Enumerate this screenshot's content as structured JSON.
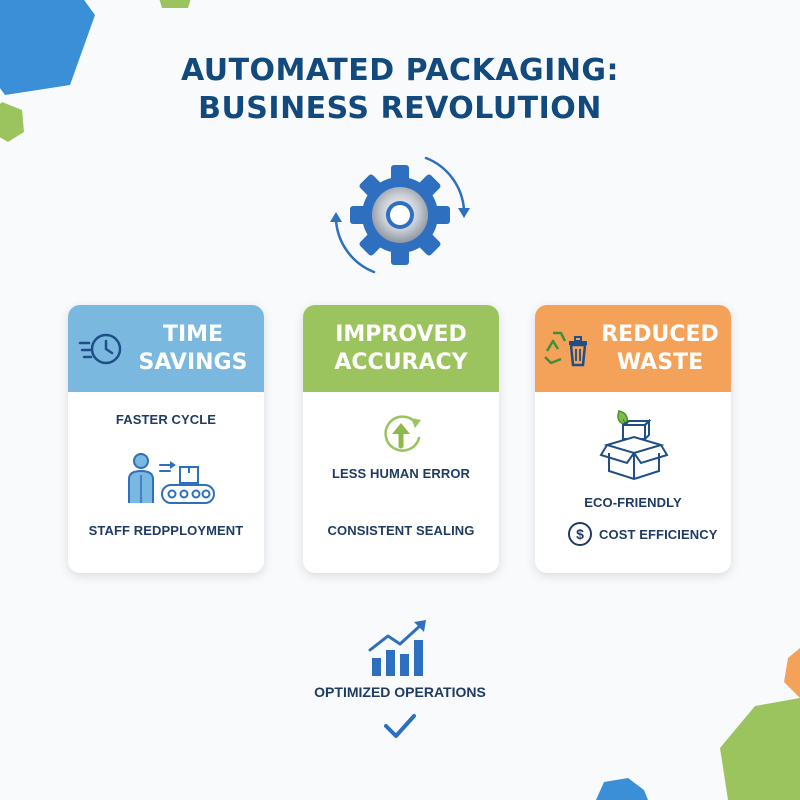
{
  "title": {
    "line1": "AUTOMATED PACKAGING:",
    "line2": "BUSINESS REVOLUTION"
  },
  "colors": {
    "title": "#124a7e",
    "blue_header": "#7ab8e0",
    "green_header": "#9cc45e",
    "orange_header": "#f4a259",
    "icon_blue": "#2f7ac0",
    "deco_blue": "#3a8fd6",
    "deco_green": "#9cc45e",
    "deco_orange": "#f4a259"
  },
  "cards": [
    {
      "title_line1": "TIME",
      "title_line2": "SAVINGS",
      "icon": "clock-icon",
      "items": [
        "FASTER CYCLE",
        "STAFF REDPPLOYMENT"
      ],
      "item_icons": [
        "worker-conveyor-icon"
      ]
    },
    {
      "title_line1": "IMPROVED",
      "title_line2": "ACCURACY",
      "icon": "",
      "items": [
        "LESS HUMAN ERROR",
        "CONSISTENT SEALING"
      ],
      "item_icons": [
        "accuracy-cycle-icon"
      ]
    },
    {
      "title_line1": "REDUCED",
      "title_line2": "WASTE",
      "icon": "recycle-bin-icon",
      "items": [
        "ECO-FRIENDLY",
        "COST EFFICIENCY"
      ],
      "item_icons": [
        "eco-box-icon",
        "dollar-coin-icon"
      ]
    }
  ],
  "bottom": {
    "label": "OPTIMIZED OPERATIONS",
    "icons": [
      "growth-chart-icon",
      "checkmark-icon"
    ]
  },
  "center_icon": "gear-cycle-icon"
}
